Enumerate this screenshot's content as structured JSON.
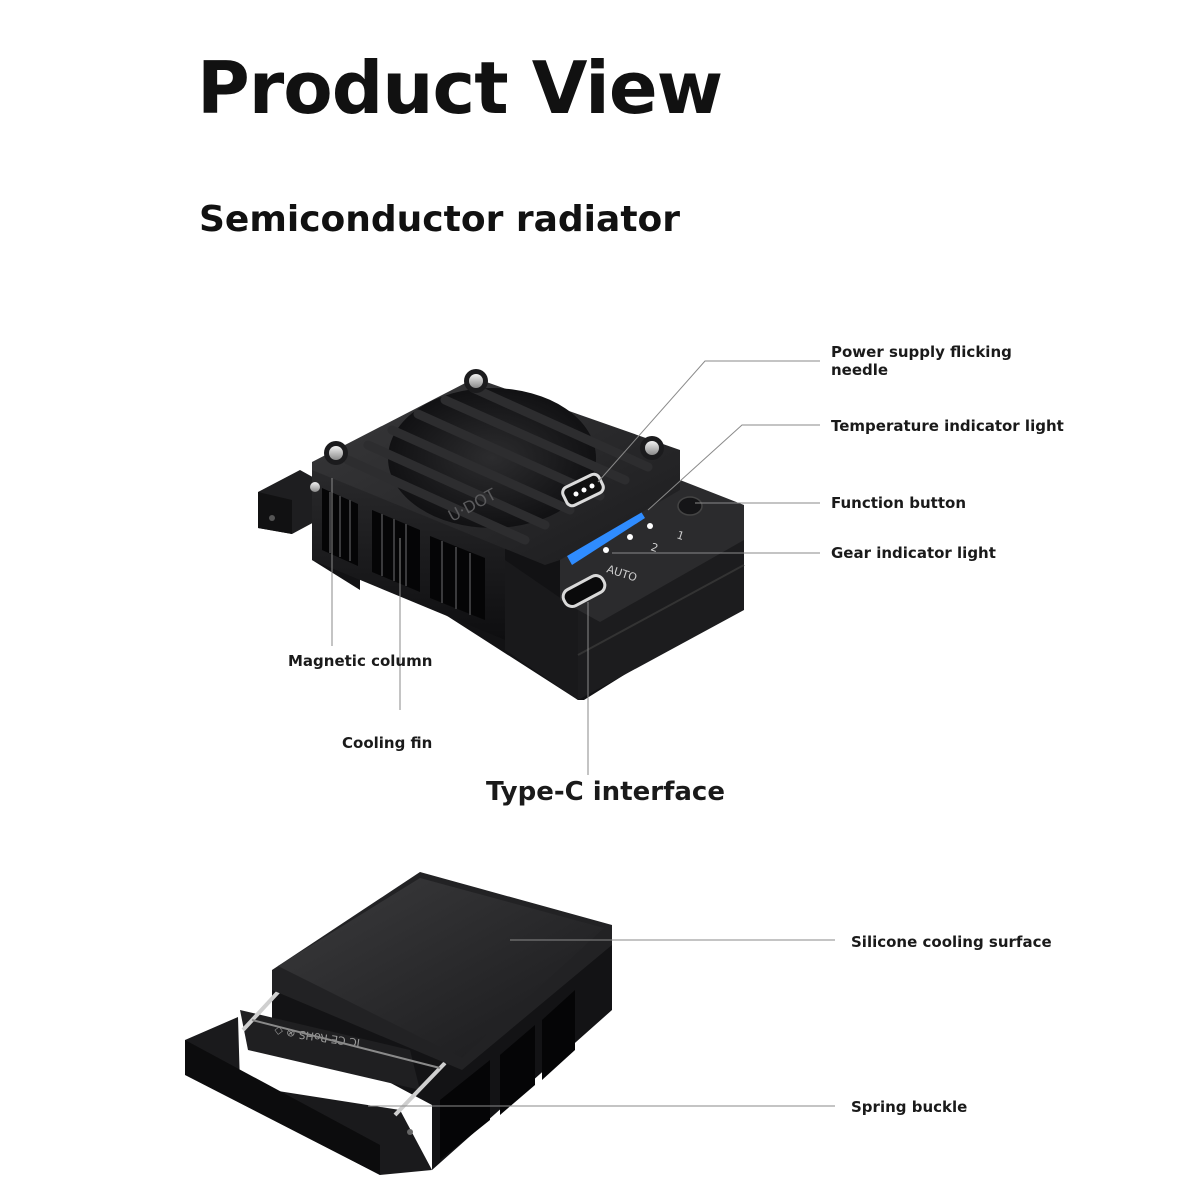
{
  "header": {
    "title": "Product View",
    "subtitle": "Semiconductor radiator"
  },
  "product_top": {
    "callouts": {
      "power_needle_line1": "Power supply flicking",
      "power_needle_line2": "needle",
      "temperature_light": "Temperature indicator light",
      "function_button": "Function button",
      "gear_light": "Gear indicator light",
      "magnetic_column": "Magnetic column",
      "cooling_fin": "Cooling fin",
      "type_c": "Type-C interface"
    },
    "gear_marks": [
      "AUTO",
      "2",
      "1"
    ],
    "accent_color": "#2f8cff"
  },
  "product_bottom": {
    "callouts": {
      "silicone_surface": "Silicone cooling surface",
      "spring_buckle": "Spring buckle"
    },
    "engraving": "IC  CE  RoHS  ⊗  ◇"
  }
}
